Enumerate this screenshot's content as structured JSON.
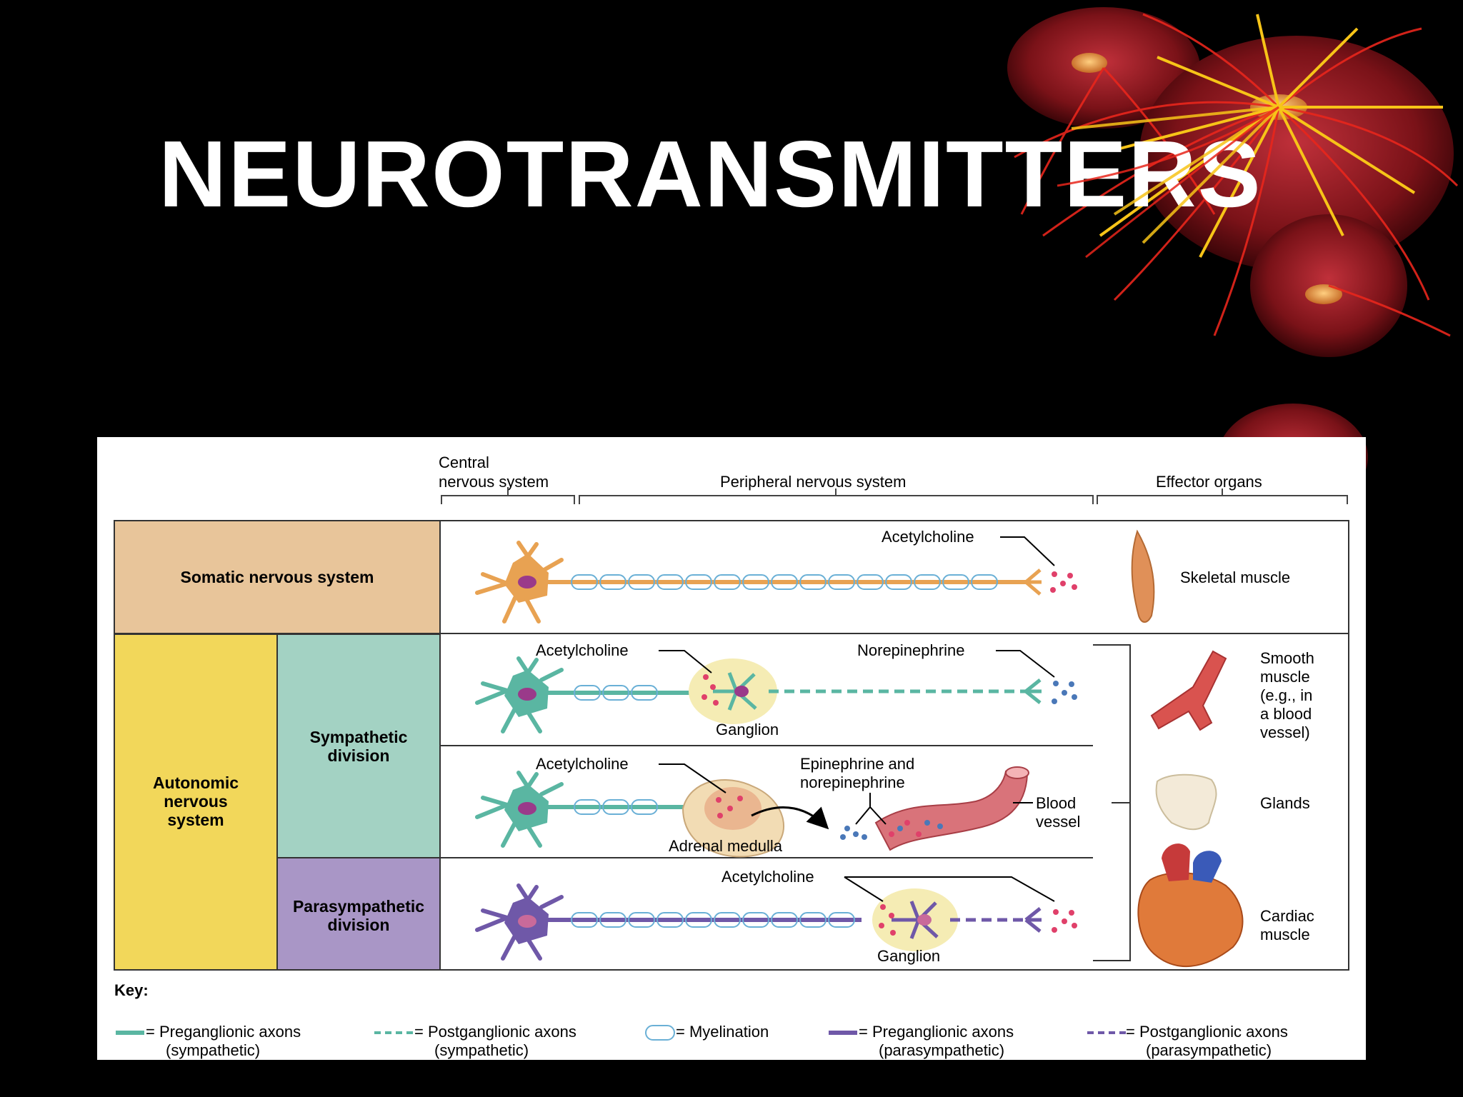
{
  "slide": {
    "title": "NEUROTRANSMITTERS"
  },
  "figure": {
    "headers": {
      "cns_line1": "Central",
      "cns_line2": "nervous system",
      "pns": "Peripheral nervous system",
      "effector": "Effector organs"
    },
    "rows": {
      "somatic": "Somatic nervous system",
      "autonomic": [
        "Autonomic",
        "nervous",
        "system"
      ],
      "sympathetic": [
        "Sympathetic",
        "division"
      ],
      "parasympathetic": [
        "Parasympathetic",
        "division"
      ]
    },
    "labels": {
      "ach_somatic": "Acetylcholine",
      "ach_symp": "Acetylcholine",
      "norepinephrine": "Norepinephrine",
      "ganglion_symp": "Ganglion",
      "ach_adrenal": "Acetylcholine",
      "epi_line1": "Epinephrine and",
      "epi_line2": "norepinephrine",
      "blood_line1": "Blood",
      "blood_line2": "vessel",
      "adrenal_medulla": "Adrenal medulla",
      "ach_para": "Acetylcholine",
      "ganglion_para": "Ganglion"
    },
    "effectors": {
      "skeletal": "Skeletal muscle",
      "smooth": [
        "Smooth",
        "muscle",
        "(e.g., in",
        "a blood",
        "vessel)"
      ],
      "glands": "Glands",
      "cardiac": [
        "Cardiac",
        "muscle"
      ]
    },
    "key": {
      "title": "Key:",
      "items": [
        {
          "line1": "= Preganglionic axons",
          "line2": "(sympathetic)"
        },
        {
          "line1": "= Postganglionic axons",
          "line2": "(sympathetic)"
        },
        {
          "line1": "= Myelination",
          "line2": ""
        },
        {
          "line1": "= Preganglionic axons",
          "line2": "(parasympathetic)"
        },
        {
          "line1": "= Postganglionic axons",
          "line2": "(parasympathetic)"
        }
      ]
    },
    "colors": {
      "somatic": "#e8c59a",
      "autonomic": "#f2d75a",
      "sympathetic": "#a3d2c3",
      "parasympathetic": "#a996c6",
      "somatic_neuron": "#e8a252",
      "symp_neuron": "#5ab6a2",
      "para_neuron": "#6f58a8",
      "ach": "#e0406a",
      "norepi": "#4a78b8"
    },
    "icons": [
      "skeletal-muscle-icon",
      "smooth-muscle-vessel-icon",
      "gland-icon",
      "heart-icon",
      "blood-vessel-icon",
      "adrenal-gland-icon"
    ]
  }
}
